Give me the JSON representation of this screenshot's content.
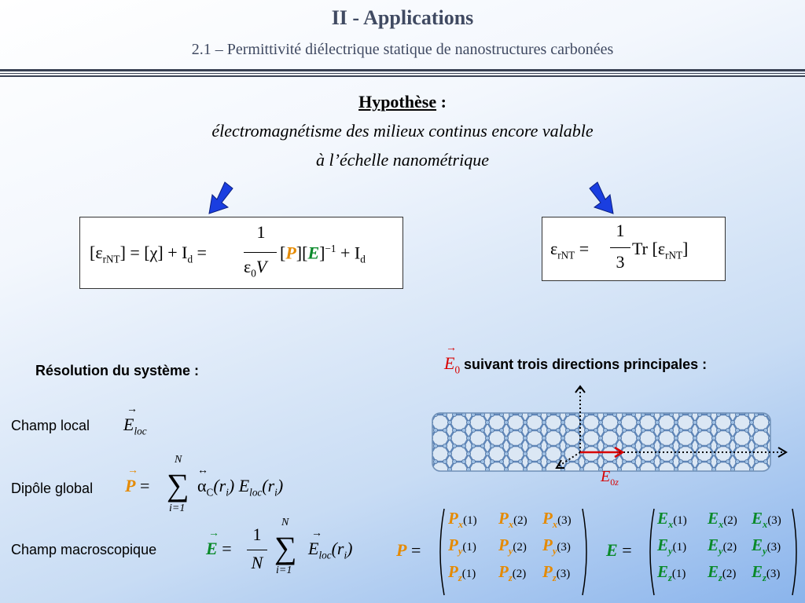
{
  "header": {
    "title": "II  - Applications",
    "subtitle": "2.1 – Permittivité diélectrique statique de nanostructures carbonées"
  },
  "hypothesis": {
    "label": "Hypothèse",
    "colon": " :",
    "line1": "électromagnétisme des milieux continus encore valable",
    "line2": "à l’échelle nanométrique"
  },
  "box_left": {
    "eps": "[ε",
    "eps_sub": "rNT",
    "eq1": "] = [χ] + I",
    "id_sub": "d",
    "eq2": " =",
    "num": "1",
    "den_eps": "ε",
    "den_sub": "0",
    "den_v": "V",
    "bracket_open": " [",
    "P": "P",
    "mid": "][",
    "E": "E",
    "close": "]",
    "exp": "−1",
    "plus": " + I",
    "id_sub2": "d"
  },
  "box_right": {
    "eps": "ε",
    "eps_sub": "rNT",
    "eq": " = ",
    "num": "1",
    "den": "3",
    "tr": " Tr [ε",
    "tr_sub": "rNT",
    "close": "]"
  },
  "resolution": {
    "label": "Résolution du système :"
  },
  "e0_heading": {
    "symbol": "E",
    "sub": "0",
    "text": " suivant trois directions principales :"
  },
  "champ_local": {
    "label": "Champ local",
    "E": "E",
    "sub": "loc"
  },
  "dipole_global": {
    "label": "Dipôle global",
    "P": "P",
    "eq": "=",
    "sum_top": "N",
    "sum_bottom": "i=1",
    "alpha": "α",
    "alpha_sub": "C",
    "term": "(r",
    "i": "i",
    "mid": ") E",
    "loc": "loc",
    "term2": "(r",
    "i2": "i",
    "end": ")"
  },
  "champ_macro": {
    "label": "Champ macroscopique",
    "E": "E",
    "eq": "=",
    "num": "1",
    "den": "N",
    "sum_top": "N",
    "sum_bottom": "i=1",
    "e2": "E",
    "loc": "loc",
    "arg": "(r",
    "i": "i",
    "end": ")"
  },
  "diagram": {
    "e0_label": "E",
    "e0_sub": "0",
    "e0_z": "z"
  },
  "matrix_P": {
    "name": "P",
    "eq": "=",
    "rows": [
      {
        "sym": "P",
        "sub": "x"
      },
      {
        "sym": "P",
        "sub": "y"
      },
      {
        "sym": "P",
        "sub": "z"
      }
    ],
    "cols": [
      "(1)",
      "(2)",
      "(3)"
    ]
  },
  "matrix_E": {
    "name": "E",
    "eq": "=",
    "rows": [
      {
        "sym": "E",
        "sub": "x"
      },
      {
        "sym": "E",
        "sub": "y"
      },
      {
        "sym": "E",
        "sub": "z"
      }
    ],
    "cols": [
      "(1)",
      "(2)",
      "(3)"
    ]
  },
  "colors": {
    "orange": "#e58a00",
    "green": "#0a8a2a",
    "red": "#d80000",
    "arrow_blue": "#1a3ee0"
  }
}
